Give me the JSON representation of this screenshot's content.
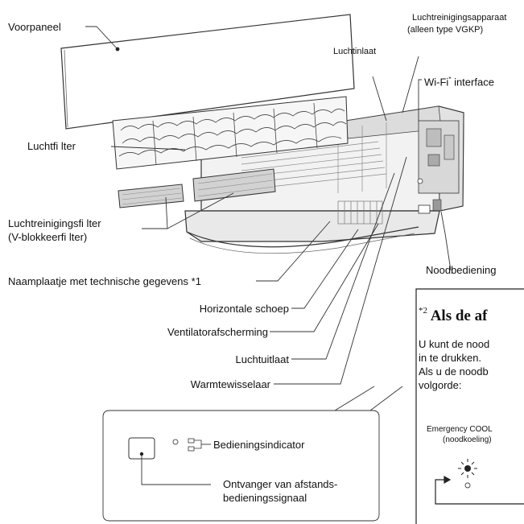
{
  "labels": {
    "front_panel": "Voorpaneel",
    "air_purifier_line1": "Luchtreinigingsapparaat",
    "air_purifier_line2": "(alleen type VGKP)",
    "air_inlet": "Luchtinlaat",
    "wifi": "Wi-Fi",
    "wifi_sup": "*",
    "wifi_suffix": " interface",
    "air_filter": "Luchtfi lter",
    "purify_filter_line1": "Luchtreinigingsfi lter",
    "purify_filter_line2": "(V-blokkeerfi lter)",
    "emergency_op": "Noodbediening",
    "nameplate": "Naamplaatje met technische gegevens *1",
    "horizontal_blade": "Horizontale schoep",
    "fan_guard": "Ventilatorafscherming",
    "air_outlet": "Luchtuitlaat",
    "heat_exchanger": "Warmtewisselaar",
    "operation_indicator": "Bedieningsindicator",
    "receiver_line1": "Ontvanger van afstands-",
    "receiver_line2": "bedieningssignaal"
  },
  "inset": {
    "heading_sup": "*2",
    "heading": "Als de af",
    "line1": "U kunt de nood",
    "line2": "in te drukken.",
    "line3": "Als u de noodb",
    "line4": "volgorde:",
    "mode_line1": "Emergency COOL",
    "mode_line2": "(noodkoeling)"
  }
}
